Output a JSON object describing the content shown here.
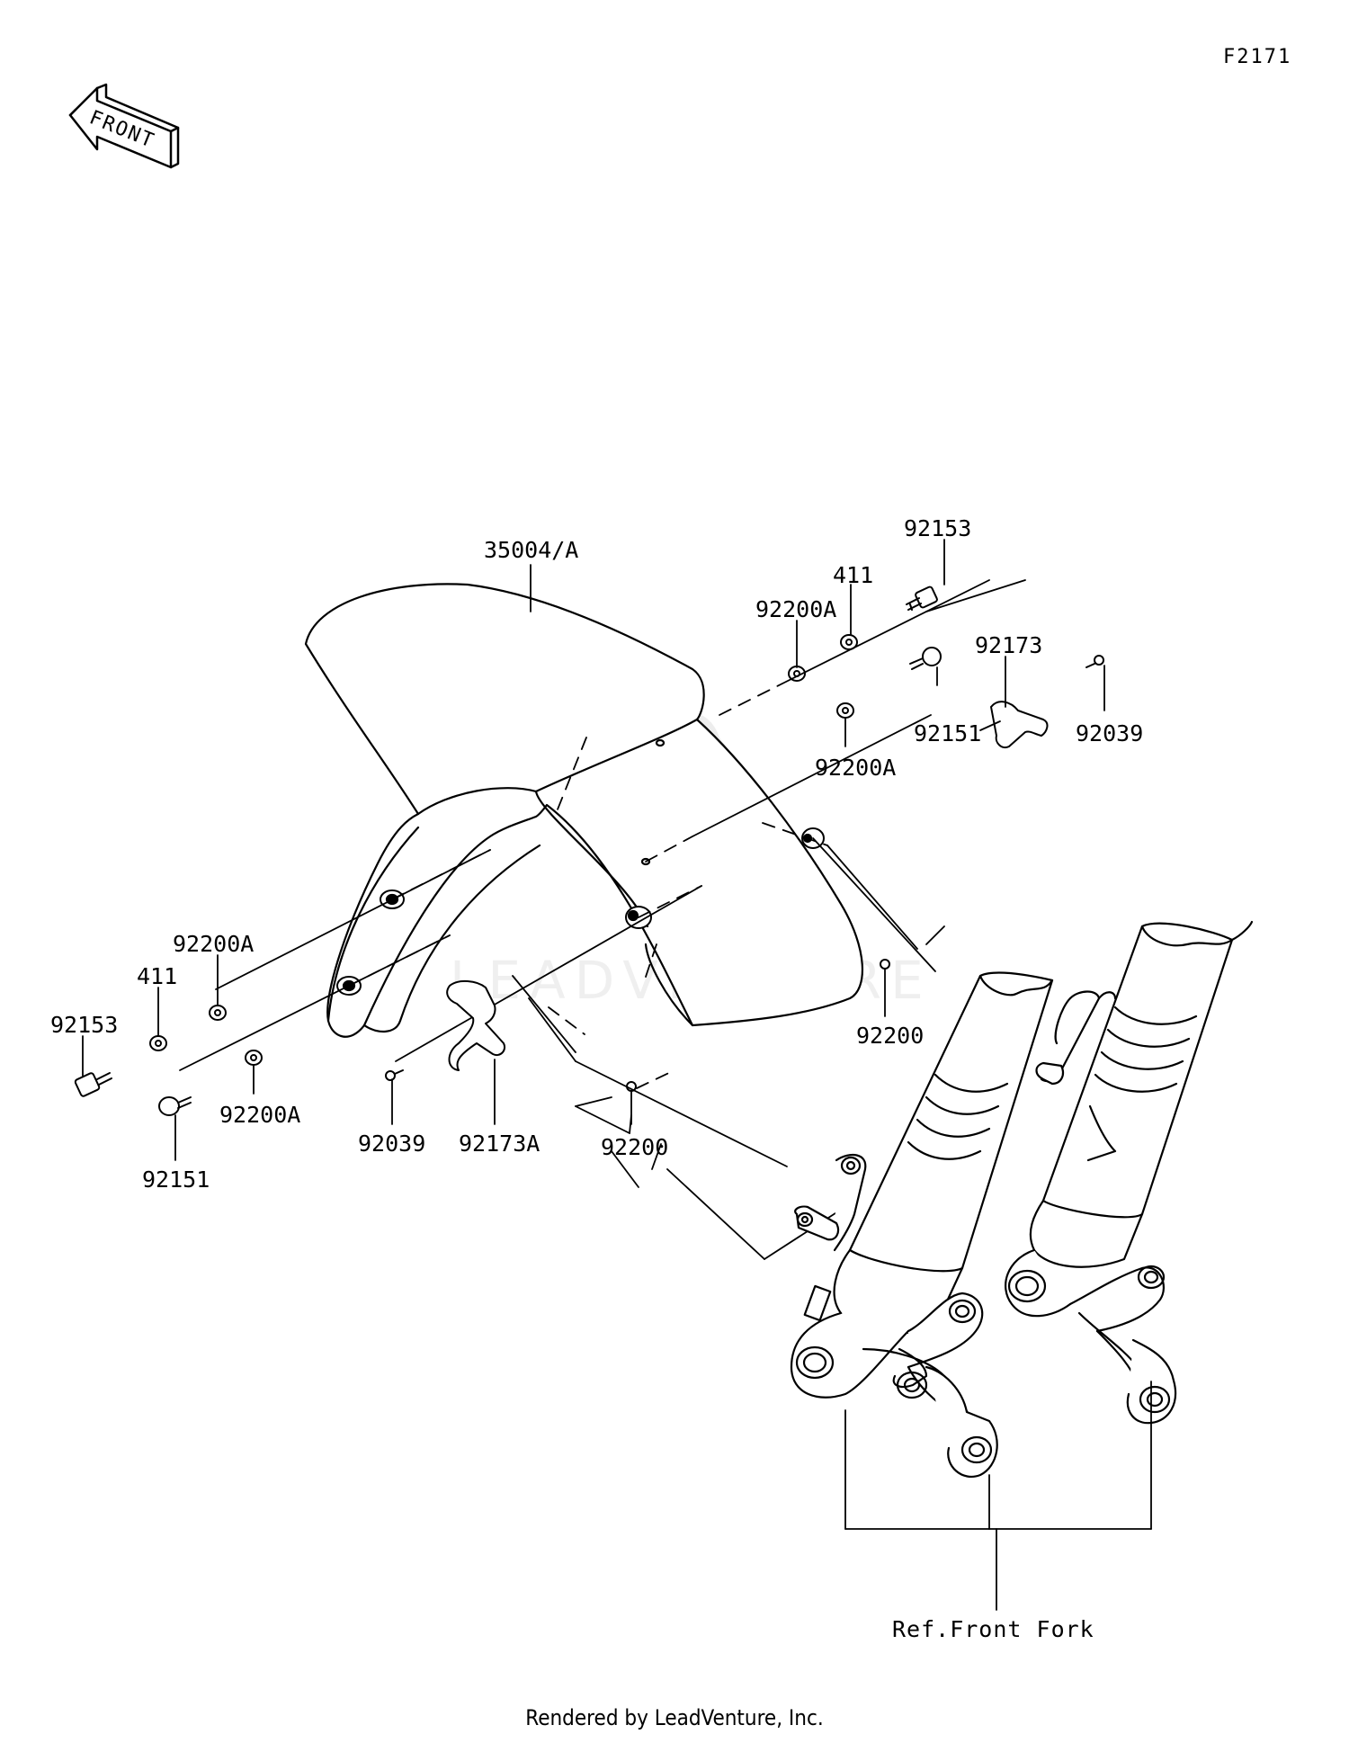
{
  "diagram_code": "F2171",
  "front_marker": "FRONT",
  "watermark": "LEADVENTURE",
  "footer": "Rendered by LeadVenture, Inc.",
  "reference": "Ref.Front Fork",
  "parts": [
    {
      "id": "p1",
      "code": "35004/A"
    },
    {
      "id": "p2",
      "code": "92153"
    },
    {
      "id": "p3",
      "code": "411"
    },
    {
      "id": "p4",
      "code": "92200A"
    },
    {
      "id": "p5",
      "code": "92173"
    },
    {
      "id": "p6",
      "code": "92151"
    },
    {
      "id": "p7",
      "code": "92039"
    },
    {
      "id": "p8",
      "code": "92200A"
    },
    {
      "id": "p9",
      "code": "92200A"
    },
    {
      "id": "p10",
      "code": "411"
    },
    {
      "id": "p11",
      "code": "92153"
    },
    {
      "id": "p12",
      "code": "92200"
    },
    {
      "id": "p13",
      "code": "92200A"
    },
    {
      "id": "p14",
      "code": "92151"
    },
    {
      "id": "p15",
      "code": "92039"
    },
    {
      "id": "p16",
      "code": "92173A"
    },
    {
      "id": "p17",
      "code": "92200"
    }
  ]
}
